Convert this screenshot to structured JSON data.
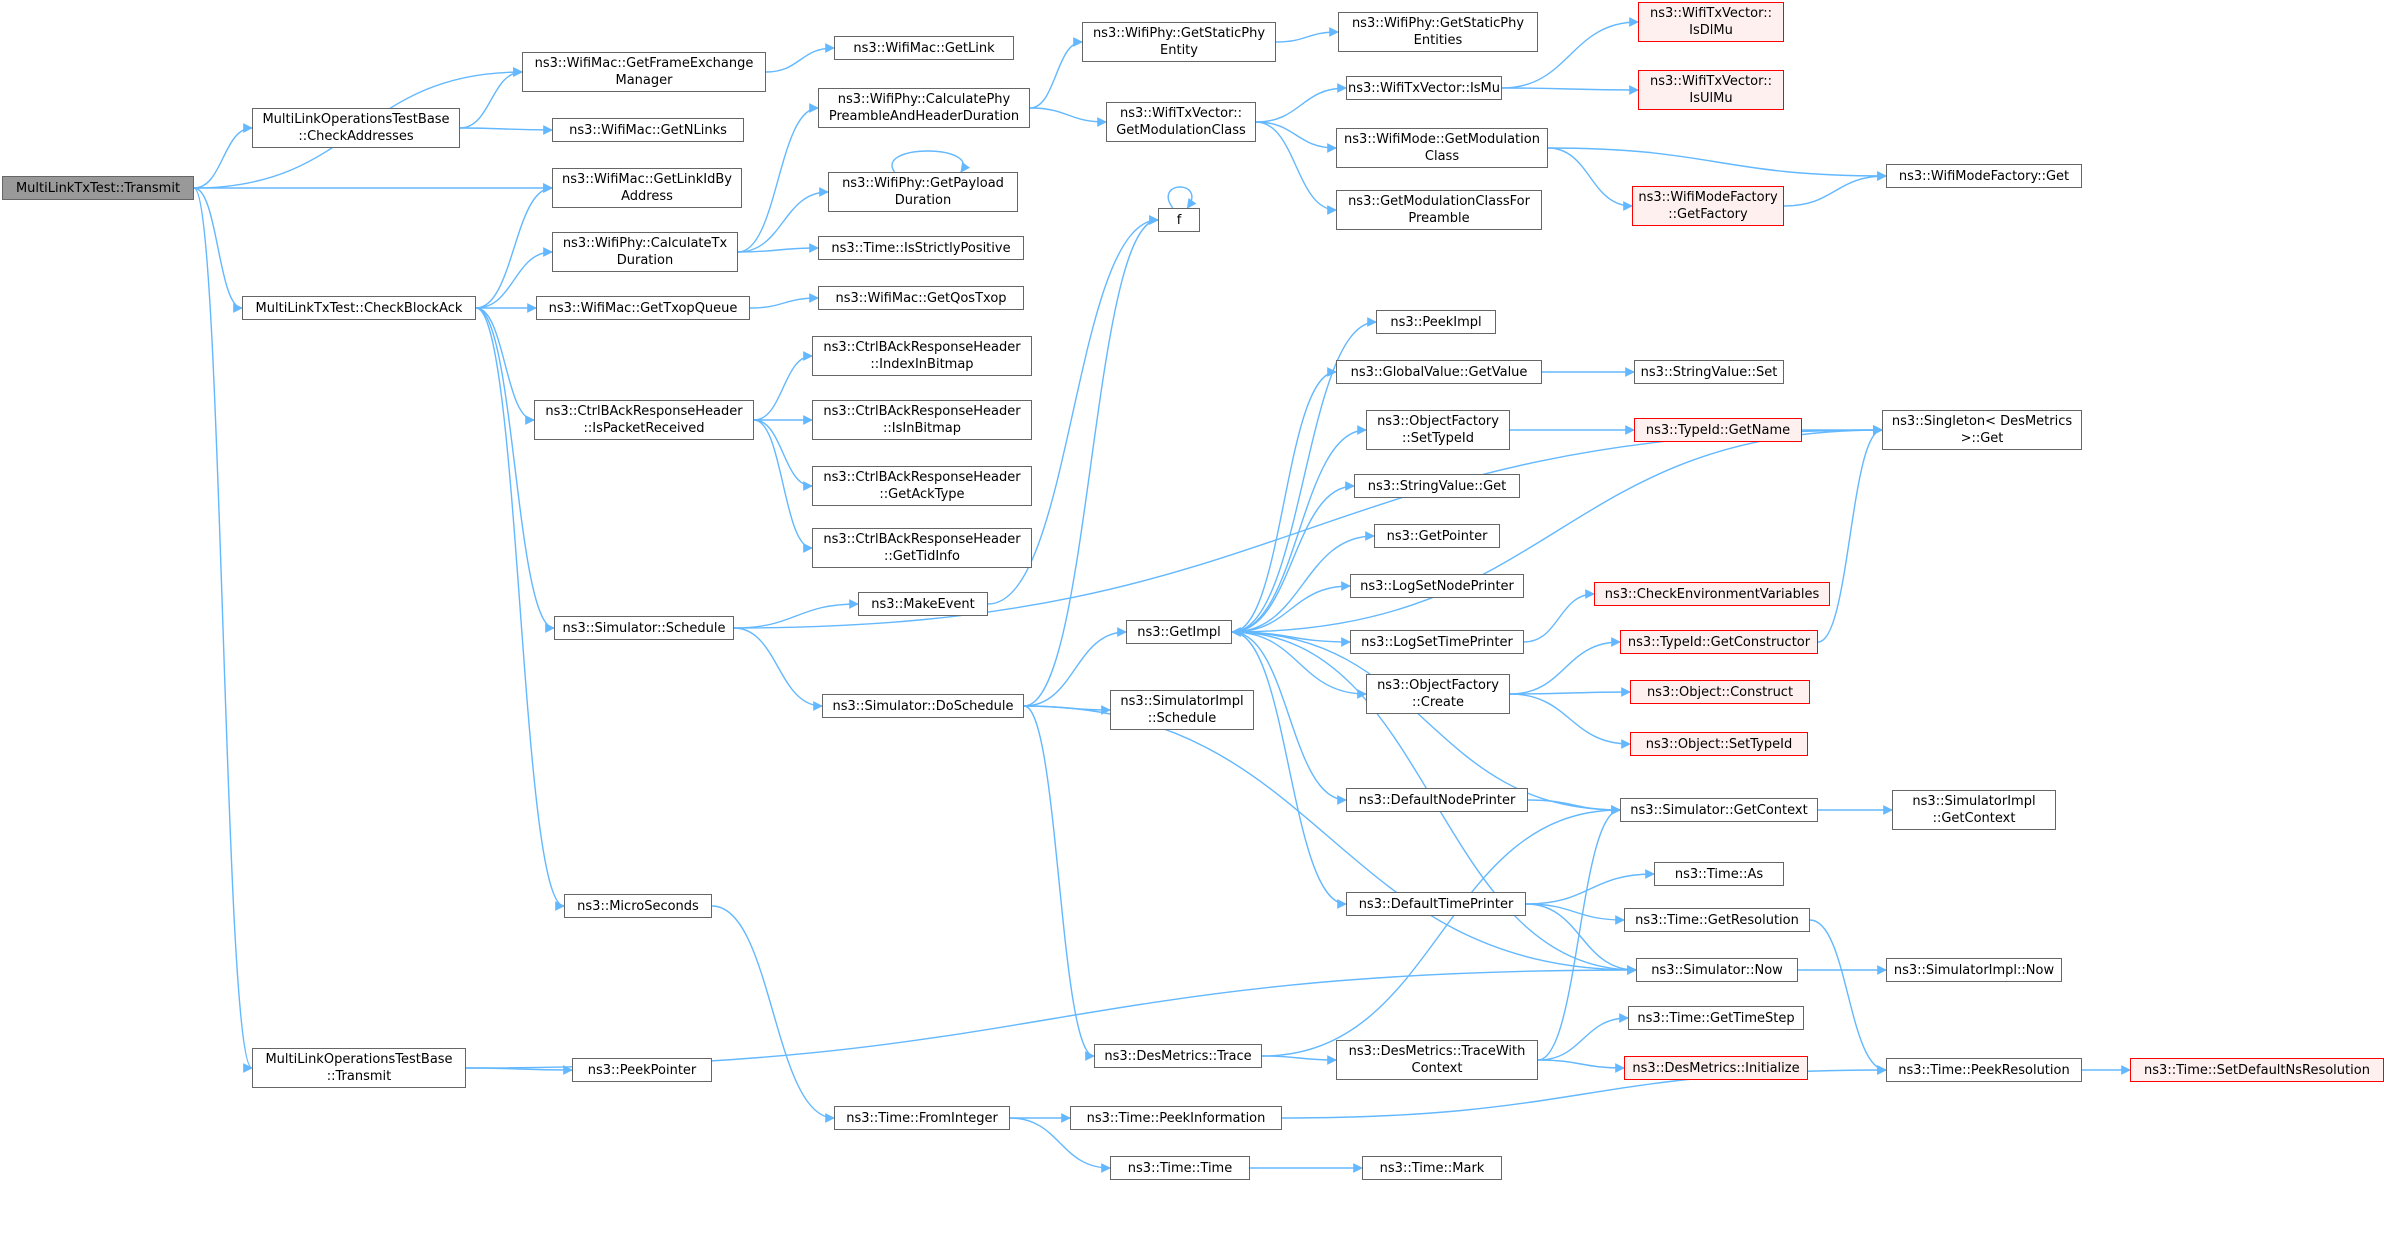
{
  "diagram": {
    "type": "call-graph",
    "edge_color": "#63b8ff",
    "root_fill": "#999999",
    "truncated_border_color": "#ff0000",
    "nodes": [
      {
        "id": "root",
        "label": "MultiLinkTxTest::Transmit",
        "style": "root"
      },
      {
        "id": "getFEM",
        "label": "ns3::WifiMac::GetFrameExchange\nManager",
        "style": "normal"
      },
      {
        "id": "checkAddr",
        "label": "MultiLinkOperationsTestBase\n::CheckAddresses",
        "style": "normal"
      },
      {
        "id": "getLink",
        "label": "ns3::WifiMac::GetLink",
        "style": "normal"
      },
      {
        "id": "getNLinks",
        "label": "ns3::WifiMac::GetNLinks",
        "style": "normal"
      },
      {
        "id": "getLinkId",
        "label": "ns3::WifiMac::GetLinkIdBy\nAddress",
        "style": "normal"
      },
      {
        "id": "calcTx",
        "label": "ns3::WifiPhy::CalculateTx\nDuration",
        "style": "normal"
      },
      {
        "id": "checkBA",
        "label": "MultiLinkTxTest::CheckBlockAck",
        "style": "normal"
      },
      {
        "id": "getTxop",
        "label": "ns3::WifiMac::GetTxopQueue",
        "style": "normal"
      },
      {
        "id": "getQos",
        "label": "ns3::WifiMac::GetQosTxop",
        "style": "normal"
      },
      {
        "id": "calcPhy",
        "label": "ns3::WifiPhy::CalculatePhy\nPreambleAndHeaderDuration",
        "style": "normal"
      },
      {
        "id": "getPayload",
        "label": "ns3::WifiPhy::GetPayload\nDuration",
        "style": "normal"
      },
      {
        "id": "strictPos",
        "label": "ns3::Time::IsStrictlyPositive",
        "style": "normal"
      },
      {
        "id": "getStatic",
        "label": "ns3::WifiPhy::GetStaticPhy\nEntity",
        "style": "normal"
      },
      {
        "id": "getStaticEnt",
        "label": "ns3::WifiPhy::GetStaticPhy\nEntities",
        "style": "normal"
      },
      {
        "id": "getModClass",
        "label": "ns3::WifiTxVector::\nGetModulationClass",
        "style": "normal"
      },
      {
        "id": "isMu",
        "label": "ns3::WifiTxVector::IsMu",
        "style": "normal"
      },
      {
        "id": "isDlMu",
        "label": "ns3::WifiTxVector::\nIsDlMu",
        "style": "red"
      },
      {
        "id": "isUlMu",
        "label": "ns3::WifiTxVector::\nIsUlMu",
        "style": "red"
      },
      {
        "id": "wmGetModClass",
        "label": "ns3::WifiMode::GetModulation\nClass",
        "style": "normal"
      },
      {
        "id": "getModPre",
        "label": "ns3::GetModulationClassFor\nPreamble",
        "style": "normal"
      },
      {
        "id": "wmfGetFactory",
        "label": "ns3::WifiModeFactory\n::GetFactory",
        "style": "red"
      },
      {
        "id": "wmfGet",
        "label": "ns3::WifiModeFactory::Get",
        "style": "normal"
      },
      {
        "id": "f",
        "label": "f",
        "style": "normal"
      },
      {
        "id": "idxBitmap",
        "label": "ns3::CtrlBAckResponseHeader\n::IndexInBitmap",
        "style": "normal"
      },
      {
        "id": "isPktRecv",
        "label": "ns3::CtrlBAckResponseHeader\n::IsPacketReceived",
        "style": "normal"
      },
      {
        "id": "isInBitmap",
        "label": "ns3::CtrlBAckResponseHeader\n::IsInBitmap",
        "style": "normal"
      },
      {
        "id": "getAckType",
        "label": "ns3::CtrlBAckResponseHeader\n::GetAckType",
        "style": "normal"
      },
      {
        "id": "getTidInfo",
        "label": "ns3::CtrlBAckResponseHeader\n::GetTidInfo",
        "style": "normal"
      },
      {
        "id": "simSchedule",
        "label": "ns3::Simulator::Schedule",
        "style": "normal"
      },
      {
        "id": "makeEvent",
        "label": "ns3::MakeEvent",
        "style": "normal"
      },
      {
        "id": "doSchedule",
        "label": "ns3::Simulator::DoSchedule",
        "style": "normal"
      },
      {
        "id": "simImplSched",
        "label": "ns3::SimulatorImpl\n::Schedule",
        "style": "normal"
      },
      {
        "id": "getImpl",
        "label": "ns3::GetImpl",
        "style": "normal"
      },
      {
        "id": "peekImpl",
        "label": "ns3::PeekImpl",
        "style": "normal"
      },
      {
        "id": "gvGetValue",
        "label": "ns3::GlobalValue::GetValue",
        "style": "normal"
      },
      {
        "id": "svSet",
        "label": "ns3::StringValue::Set",
        "style": "normal"
      },
      {
        "id": "ofSetTypeId",
        "label": "ns3::ObjectFactory\n::SetTypeId",
        "style": "normal"
      },
      {
        "id": "tidGetName",
        "label": "ns3::TypeId::GetName",
        "style": "red"
      },
      {
        "id": "singletonGet",
        "label": "ns3::Singleton< DesMetrics\n>::Get",
        "style": "normal"
      },
      {
        "id": "svGet",
        "label": "ns3::StringValue::Get",
        "style": "normal"
      },
      {
        "id": "getPointer",
        "label": "ns3::GetPointer",
        "style": "normal"
      },
      {
        "id": "logSetNode",
        "label": "ns3::LogSetNodePrinter",
        "style": "normal"
      },
      {
        "id": "checkEnv",
        "label": "ns3::CheckEnvironmentVariables",
        "style": "red"
      },
      {
        "id": "logSetTime",
        "label": "ns3::LogSetTimePrinter",
        "style": "normal"
      },
      {
        "id": "tidGetCtor",
        "label": "ns3::TypeId::GetConstructor",
        "style": "red"
      },
      {
        "id": "ofCreate",
        "label": "ns3::ObjectFactory\n::Create",
        "style": "normal"
      },
      {
        "id": "objConstruct",
        "label": "ns3::Object::Construct",
        "style": "red"
      },
      {
        "id": "objSetTypeId",
        "label": "ns3::Object::SetTypeId",
        "style": "red"
      },
      {
        "id": "defNodePrinter",
        "label": "ns3::DefaultNodePrinter",
        "style": "normal"
      },
      {
        "id": "simGetCtx",
        "label": "ns3::Simulator::GetContext",
        "style": "normal"
      },
      {
        "id": "simImplGetCtx",
        "label": "ns3::SimulatorImpl\n::GetContext",
        "style": "normal"
      },
      {
        "id": "defTimePrinter",
        "label": "ns3::DefaultTimePrinter",
        "style": "normal"
      },
      {
        "id": "timeAs",
        "label": "ns3::Time::As",
        "style": "normal"
      },
      {
        "id": "timeGetRes",
        "label": "ns3::Time::GetResolution",
        "style": "normal"
      },
      {
        "id": "microSec",
        "label": "ns3::MicroSeconds",
        "style": "normal"
      },
      {
        "id": "simNow",
        "label": "ns3::Simulator::Now",
        "style": "normal"
      },
      {
        "id": "simImplNow",
        "label": "ns3::SimulatorImpl::Now",
        "style": "normal"
      },
      {
        "id": "timeGetStep",
        "label": "ns3::Time::GetTimeStep",
        "style": "normal"
      },
      {
        "id": "desTrace",
        "label": "ns3::DesMetrics::Trace",
        "style": "normal"
      },
      {
        "id": "desTraceCtx",
        "label": "ns3::DesMetrics::TraceWith\nContext",
        "style": "normal"
      },
      {
        "id": "desInit",
        "label": "ns3::DesMetrics::Initialize",
        "style": "red"
      },
      {
        "id": "mltbTransmit",
        "label": "MultiLinkOperationsTestBase\n::Transmit",
        "style": "normal"
      },
      {
        "id": "peekPointer",
        "label": "ns3::PeekPointer",
        "style": "normal"
      },
      {
        "id": "peekRes",
        "label": "ns3::Time::PeekResolution",
        "style": "normal"
      },
      {
        "id": "setDefNs",
        "label": "ns3::Time::SetDefaultNsResolution",
        "style": "red"
      },
      {
        "id": "fromInteger",
        "label": "ns3::Time::FromInteger",
        "style": "normal"
      },
      {
        "id": "peekInfo",
        "label": "ns3::Time::PeekInformation",
        "style": "normal"
      },
      {
        "id": "timeTime",
        "label": "ns3::Time::Time",
        "style": "normal"
      },
      {
        "id": "timeMark",
        "label": "ns3::Time::Mark",
        "style": "normal"
      }
    ],
    "edges": [
      [
        "root",
        "getFEM"
      ],
      [
        "root",
        "checkAddr"
      ],
      [
        "root",
        "getLinkId"
      ],
      [
        "root",
        "checkBA"
      ],
      [
        "root",
        "mltbTransmit"
      ],
      [
        "checkAddr",
        "getFEM"
      ],
      [
        "checkAddr",
        "getNLinks"
      ],
      [
        "getFEM",
        "getLink"
      ],
      [
        "checkBA",
        "getLinkId"
      ],
      [
        "checkBA",
        "calcTx"
      ],
      [
        "checkBA",
        "getTxop"
      ],
      [
        "checkBA",
        "isPktRecv"
      ],
      [
        "checkBA",
        "simSchedule"
      ],
      [
        "checkBA",
        "microSec"
      ],
      [
        "calcTx",
        "calcPhy"
      ],
      [
        "calcTx",
        "getPayload"
      ],
      [
        "calcTx",
        "strictPos"
      ],
      [
        "getTxop",
        "getQos"
      ],
      [
        "calcPhy",
        "getStatic"
      ],
      [
        "calcPhy",
        "getModClass"
      ],
      [
        "getStatic",
        "getStaticEnt"
      ],
      [
        "getPayload",
        "getPayload"
      ],
      [
        "getModClass",
        "isMu"
      ],
      [
        "getModClass",
        "wmGetModClass"
      ],
      [
        "getModClass",
        "getModPre"
      ],
      [
        "isMu",
        "isDlMu"
      ],
      [
        "isMu",
        "isUlMu"
      ],
      [
        "wmGetModClass",
        "wmfGetFactory"
      ],
      [
        "wmGetModClass",
        "wmfGet"
      ],
      [
        "wmfGetFactory",
        "wmfGet"
      ],
      [
        "isPktRecv",
        "idxBitmap"
      ],
      [
        "isPktRecv",
        "isInBitmap"
      ],
      [
        "isPktRecv",
        "getAckType"
      ],
      [
        "isPktRecv",
        "getTidInfo"
      ],
      [
        "simSchedule",
        "makeEvent"
      ],
      [
        "simSchedule",
        "doSchedule"
      ],
      [
        "simSchedule",
        "singletonGet"
      ],
      [
        "makeEvent",
        "f"
      ],
      [
        "f",
        "f"
      ],
      [
        "doSchedule",
        "getImpl"
      ],
      [
        "doSchedule",
        "simImplSched"
      ],
      [
        "doSchedule",
        "desTrace"
      ],
      [
        "doSchedule",
        "simNow"
      ],
      [
        "doSchedule",
        "f"
      ],
      [
        "getImpl",
        "peekImpl"
      ],
      [
        "getImpl",
        "gvGetValue"
      ],
      [
        "getImpl",
        "ofSetTypeId"
      ],
      [
        "getImpl",
        "svGet"
      ],
      [
        "getImpl",
        "getPointer"
      ],
      [
        "getImpl",
        "logSetNode"
      ],
      [
        "getImpl",
        "logSetTime"
      ],
      [
        "getImpl",
        "ofCreate"
      ],
      [
        "getImpl",
        "defNodePrinter"
      ],
      [
        "getImpl",
        "defTimePrinter"
      ],
      [
        "getImpl",
        "singletonGet"
      ],
      [
        "gvGetValue",
        "svSet"
      ],
      [
        "ofSetTypeId",
        "tidGetName"
      ],
      [
        "tidGetName",
        "singletonGet"
      ],
      [
        "logSetTime",
        "checkEnv"
      ],
      [
        "ofCreate",
        "tidGetCtor"
      ],
      [
        "ofCreate",
        "objConstruct"
      ],
      [
        "ofCreate",
        "objSetTypeId"
      ],
      [
        "tidGetCtor",
        "singletonGet"
      ],
      [
        "defNodePrinter",
        "simGetCtx"
      ],
      [
        "simGetCtx",
        "simImplGetCtx"
      ],
      [
        "simGetCtx",
        "getImpl"
      ],
      [
        "defTimePrinter",
        "timeAs"
      ],
      [
        "defTimePrinter",
        "timeGetRes"
      ],
      [
        "defTimePrinter",
        "simNow"
      ],
      [
        "timeGetRes",
        "peekRes"
      ],
      [
        "simNow",
        "simImplNow"
      ],
      [
        "simNow",
        "getImpl"
      ],
      [
        "desTrace",
        "simGetCtx"
      ],
      [
        "desTrace",
        "desTraceCtx"
      ],
      [
        "desTraceCtx",
        "simGetCtx"
      ],
      [
        "desTraceCtx",
        "timeGetStep"
      ],
      [
        "desTraceCtx",
        "desInit"
      ],
      [
        "mltbTransmit",
        "peekPointer"
      ],
      [
        "mltbTransmit",
        "simNow"
      ],
      [
        "microSec",
        "fromInteger"
      ],
      [
        "fromInteger",
        "peekInfo"
      ],
      [
        "fromInteger",
        "timeTime"
      ],
      [
        "timeTime",
        "timeMark"
      ],
      [
        "peekInfo",
        "peekRes"
      ],
      [
        "peekRes",
        "setDefNs"
      ]
    ]
  }
}
